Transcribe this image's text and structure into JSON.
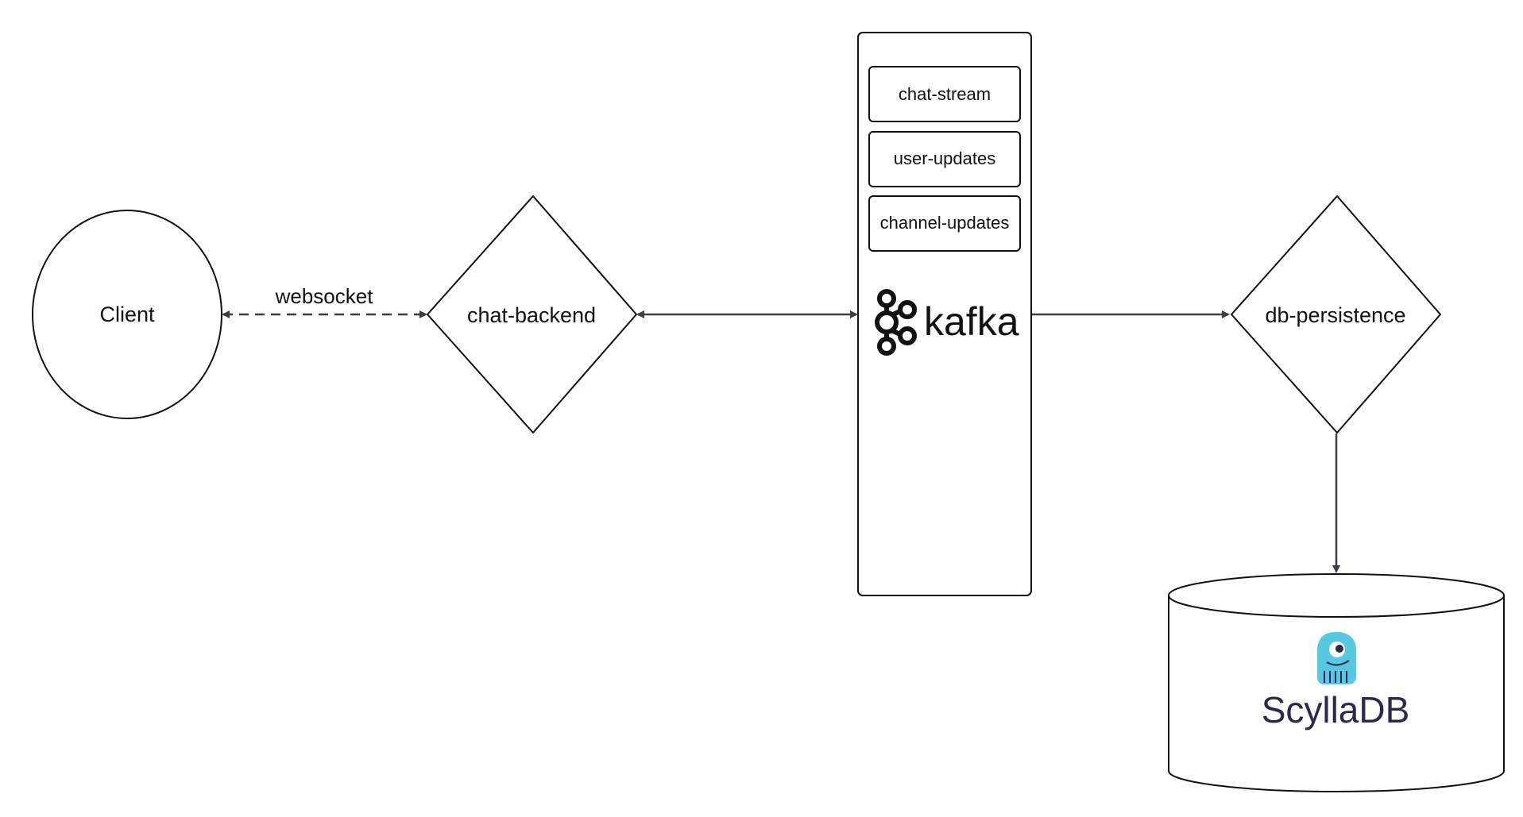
{
  "diagram": {
    "nodes": {
      "client": {
        "label": "Client"
      },
      "chat_backend": {
        "label": "chat-backend"
      },
      "kafka": {
        "logo_text": "kafka",
        "icon": "kafka-logo-icon",
        "topics": [
          "chat-stream",
          "user-updates",
          "channel-updates"
        ]
      },
      "db_persistence": {
        "label": "db-persistence"
      },
      "scylladb": {
        "logo_text": "ScyllaDB",
        "icon": "scylladb-octopus-icon",
        "brand_color": "#56c8e4",
        "text_color": "#2b2a4e"
      }
    },
    "edges": {
      "client_backend": {
        "label": "websocket",
        "style": "dashed",
        "direction": "bidirectional"
      },
      "backend_kafka": {
        "style": "solid",
        "direction": "bidirectional"
      },
      "kafka_persistence": {
        "style": "solid",
        "direction": "forward"
      },
      "persistence_db": {
        "style": "solid",
        "direction": "forward"
      }
    },
    "colors": {
      "stroke": "#111111",
      "arrow": "#3a3f45"
    }
  }
}
